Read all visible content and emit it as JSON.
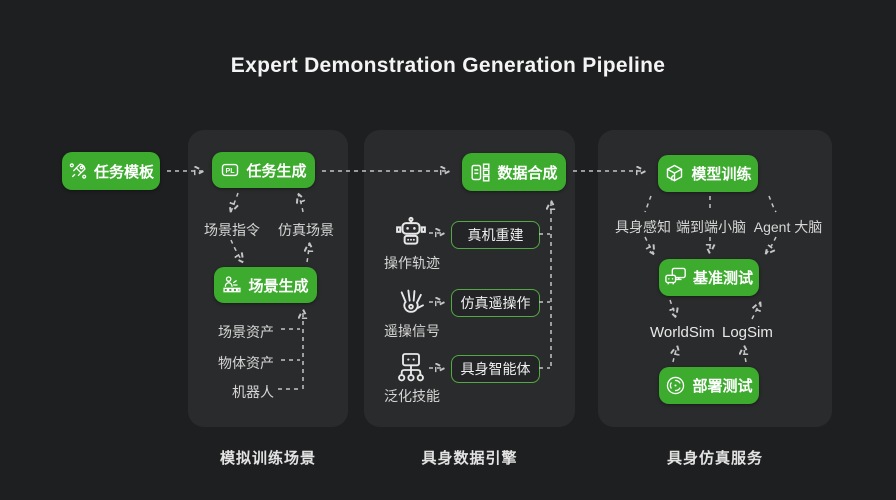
{
  "title": "Expert Demonstration Generation Pipeline",
  "start": {
    "label": "任务模板",
    "icon": "rocket-icon"
  },
  "panel1": {
    "caption": "模拟训练场景",
    "task_generation": "任务生成",
    "pl_badge": "PL",
    "scene_instruction": "场景指令",
    "sim_scene": "仿真场景",
    "scene_generation": "场景生成",
    "assets": [
      "场景资产",
      "物体资产",
      "机器人"
    ]
  },
  "panel2": {
    "caption": "具身数据引擎",
    "data_synthesis": "数据合成",
    "rows": [
      {
        "icon": "robot-icon",
        "label": "操作轨迹",
        "button": "真机重建"
      },
      {
        "icon": "hand-icon",
        "label": "遥操信号",
        "button": "仿真遥操作"
      },
      {
        "icon": "network-icon",
        "label": "泛化技能",
        "button": "具身智能体"
      }
    ]
  },
  "panel3": {
    "caption": "具身仿真服务",
    "model_training": "模型训练",
    "branches": [
      "具身感知",
      "端到端小脑",
      "Agent 大脑"
    ],
    "benchmark": "基准测试",
    "sims": [
      "WorldSim",
      "LogSim"
    ],
    "deployment": "部署测试"
  },
  "colors": {
    "background": "#1e1f20",
    "panel": "#2a2b2c",
    "node_green": "#3cab2e",
    "outline_green": "#55a845",
    "dash_line": "#c4c4c4",
    "text": "#f2f2f2",
    "muted_text": "#d6d6d6"
  }
}
